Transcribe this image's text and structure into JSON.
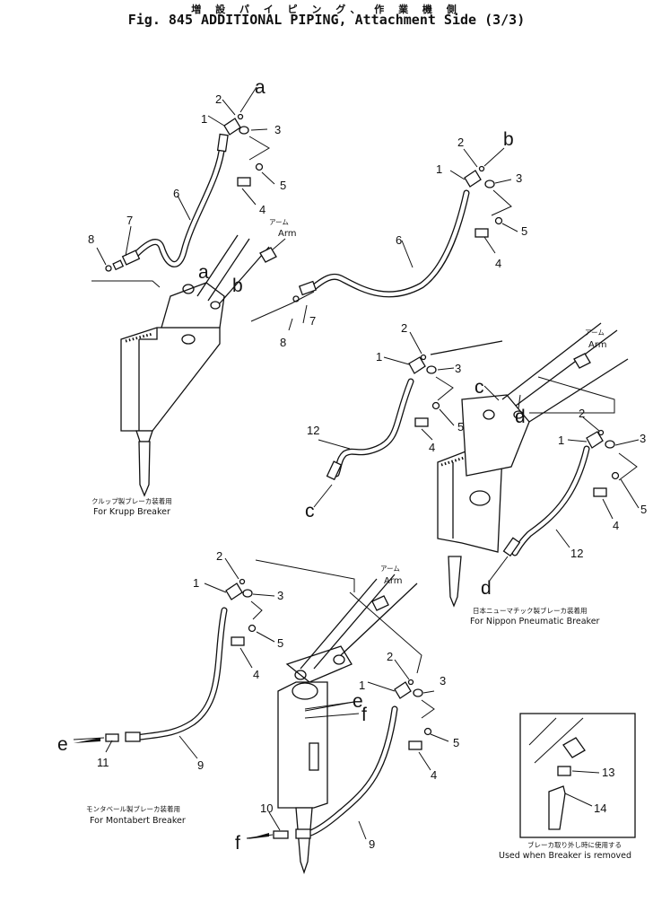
{
  "header": {
    "japanese": "増 設 パ イ ピ ン グ、 作 業 機 側",
    "title": "Fig. 845 ADDITIONAL PIPING, Attachment Side (3/3)"
  },
  "arm_label": {
    "jp": "アーム",
    "en": "Arm"
  },
  "callouts": {
    "n1": "1",
    "n2": "2",
    "n3": "3",
    "n4": "4",
    "n5": "5",
    "n6": "6",
    "n7": "7",
    "n8": "8",
    "n9": "9",
    "n10": "10",
    "n11": "11",
    "n12": "12",
    "n13": "13",
    "n14": "14",
    "a": "a",
    "b": "b",
    "c": "c",
    "d": "d",
    "e": "e",
    "f": "f"
  },
  "captions": {
    "krupp_jp": "クルップ製ブレーカ装着用",
    "krupp_en": "For Krupp Breaker",
    "nippon_jp": "日本ニューマチック製ブレーカ装着用",
    "nippon_en": "For Nippon Pneumatic Breaker",
    "montabert_jp": "モンタベール製ブレーカ装着用",
    "montabert_en": "For Montabert Breaker",
    "removed_jp": "ブレーカ取り外し時に使用する",
    "removed_en": "Used when Breaker is removed"
  }
}
